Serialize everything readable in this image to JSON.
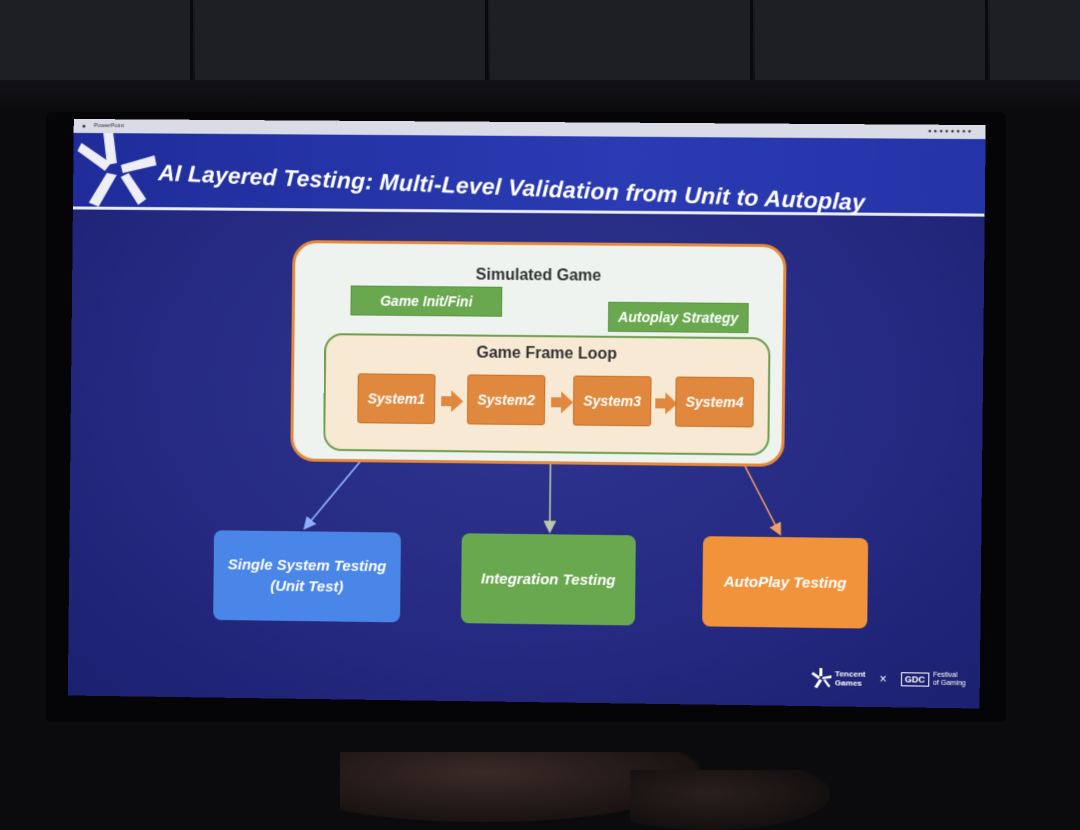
{
  "menu_bar": {
    "app_name": "PowerPoint"
  },
  "slide": {
    "title": "AI Layered Testing: Multi-Level Validation from Unit to Autoplay"
  },
  "diagram": {
    "outer_label": "Simulated Game",
    "tags": {
      "init": "Game Init/Fini",
      "strategy": "Autoplay Strategy"
    },
    "inner_label": "Game Frame Loop",
    "systems": [
      "System1",
      "System2",
      "System3",
      "System4"
    ],
    "tests": {
      "unit_line1": "Single System Testing",
      "unit_line2": "(Unit Test)",
      "integration": "Integration Testing",
      "autoplay": "AutoPlay Testing"
    },
    "colors": {
      "outer_border": "#e58a3c",
      "inner_border": "#6f9e4e",
      "system_fill": "#e0893e",
      "tag_fill": "#6aa84f",
      "unit_fill": "#4a86e8",
      "integration_fill": "#6aa84f",
      "autoplay_fill": "#f0933a"
    }
  },
  "footer": {
    "brand_line1": "Tencent",
    "brand_line2": "Games",
    "separator": "×",
    "gdc": "GDC",
    "festival_line1": "Festival",
    "festival_line2": "of Gaming"
  }
}
